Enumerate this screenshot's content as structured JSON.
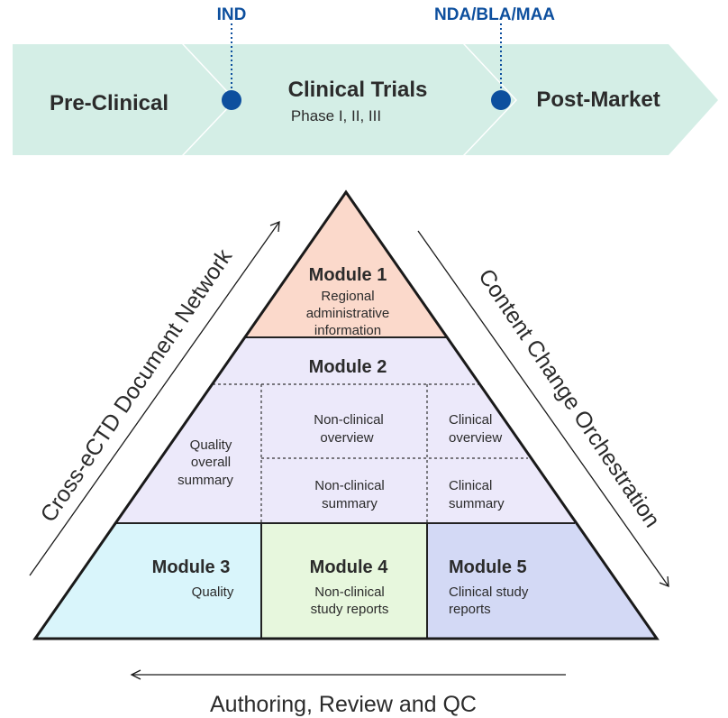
{
  "timeline": {
    "stages": [
      {
        "label": "Pre-Clinical"
      },
      {
        "label": "Clinical Trials",
        "sublabel": "Phase I, II, III"
      },
      {
        "label": "Post-Market"
      }
    ],
    "milestones": [
      {
        "label": "IND"
      },
      {
        "label": "NDA/BLA/MAA"
      }
    ]
  },
  "pyramid": {
    "module1": {
      "title": "Module 1",
      "desc_lines": [
        "Regional",
        "administrative",
        "information"
      ]
    },
    "module2": {
      "title": "Module 2",
      "quality_lines": [
        "Quality",
        "overall",
        "summary"
      ],
      "nonclinical_overview_lines": [
        "Non-clinical",
        "overview"
      ],
      "clinical_overview_lines": [
        "Clinical",
        "overview"
      ],
      "nonclinical_summary_lines": [
        "Non-clinical",
        "summary"
      ],
      "clinical_summary_lines": [
        "Clinical",
        "summary"
      ]
    },
    "module3": {
      "title": "Module 3",
      "desc_lines": [
        "Quality"
      ]
    },
    "module4": {
      "title": "Module 4",
      "desc_lines": [
        "Non-clinical",
        "study reports"
      ]
    },
    "module5": {
      "title": "Module 5",
      "desc_lines": [
        "Clinical study",
        "reports"
      ]
    }
  },
  "side_labels": {
    "left": "Cross-eCTD Document Network",
    "right": "Content Change Orchestration",
    "bottom": "Authoring, Review and QC"
  },
  "colors": {
    "chevron": "#d4eee6",
    "milestone": "#0d4f9e",
    "module1": "#fbd9cb",
    "module2": "#ece9fa",
    "module3": "#d9f5fb",
    "module4": "#e7f7dd",
    "module5": "#d3d9f5",
    "text": "#2b2b2b"
  }
}
